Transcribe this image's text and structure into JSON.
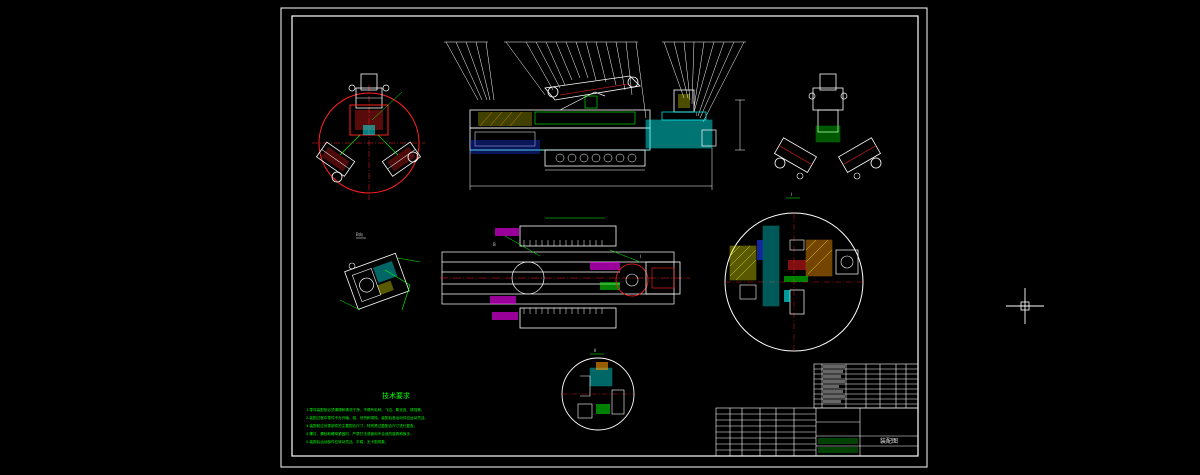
{
  "drawing": {
    "background_color": "#000000",
    "line_color": "#ffffff",
    "accent_colors": {
      "red": "#ff2020",
      "green": "#00ff00",
      "cyan": "#00ffff",
      "yellow": "#ffff00",
      "magenta": "#ff00ff",
      "blue": "#2040ff",
      "orange": "#ff9900"
    }
  },
  "views": {
    "top_left": {
      "label": ""
    },
    "front_section": {
      "dim_overall": "",
      "leader_note": "I"
    },
    "top_right": {
      "label": ""
    },
    "left_middle": {
      "label": "B向"
    },
    "plan_view": {
      "section_mark_a": "B",
      "section_mark_b": "I"
    },
    "detail_right": {
      "label": "I"
    },
    "detail_bottom": {
      "label": "II"
    }
  },
  "technical_requirements": {
    "title": "技术要求",
    "lines": [
      "1.零件装配前必须清理和清洗干净，不得有毛刺、飞边、氧化皮、锈蚀等。",
      "2.装配过程中零件不允许磕、碰、划伤和锈蚀，装配后各运动件应运动灵活。",
      "3.装配前应对零部件的主要配合尺寸，特别是过盈配合尺寸进行复查。",
      "4.螺钉、螺栓和螺母紧固时，严禁打击或使用不合适的旋具和扳手。",
      "5.装配后运动部件应转动灵活、平稳，无卡阻现象。"
    ]
  },
  "title_block": {
    "drawing_name": "装配图"
  },
  "crosshair": {
    "visible": true
  }
}
